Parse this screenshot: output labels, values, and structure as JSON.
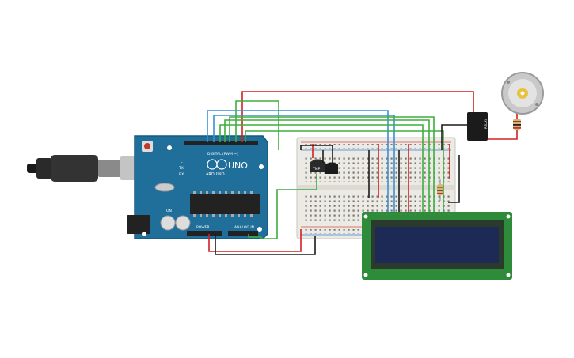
{
  "arduino": {
    "brand_label": "ARDUINO",
    "model_label": "UNO",
    "digital_header_label": "DIGITAL (PWM ~)",
    "power_header_label": "POWER",
    "analog_header_label": "ANALOG IN",
    "tx_label": "TX",
    "rx_label": "RX",
    "l_label": "L",
    "on_label": "ON"
  },
  "sensor": {
    "label": "TMP"
  },
  "relay": {
    "label": "RELAY"
  },
  "colors": {
    "board": "#1f6f9a",
    "breadboard": "#eceae4",
    "lcd_pcb": "#2e8b3a",
    "lcd_screen": "#1d2a55",
    "wire_red": "#d22020",
    "wire_blue": "#3a8fd8",
    "wire_green": "#3fae3f",
    "wire_black": "#1b1b1b",
    "usb_cable": "#222222"
  }
}
